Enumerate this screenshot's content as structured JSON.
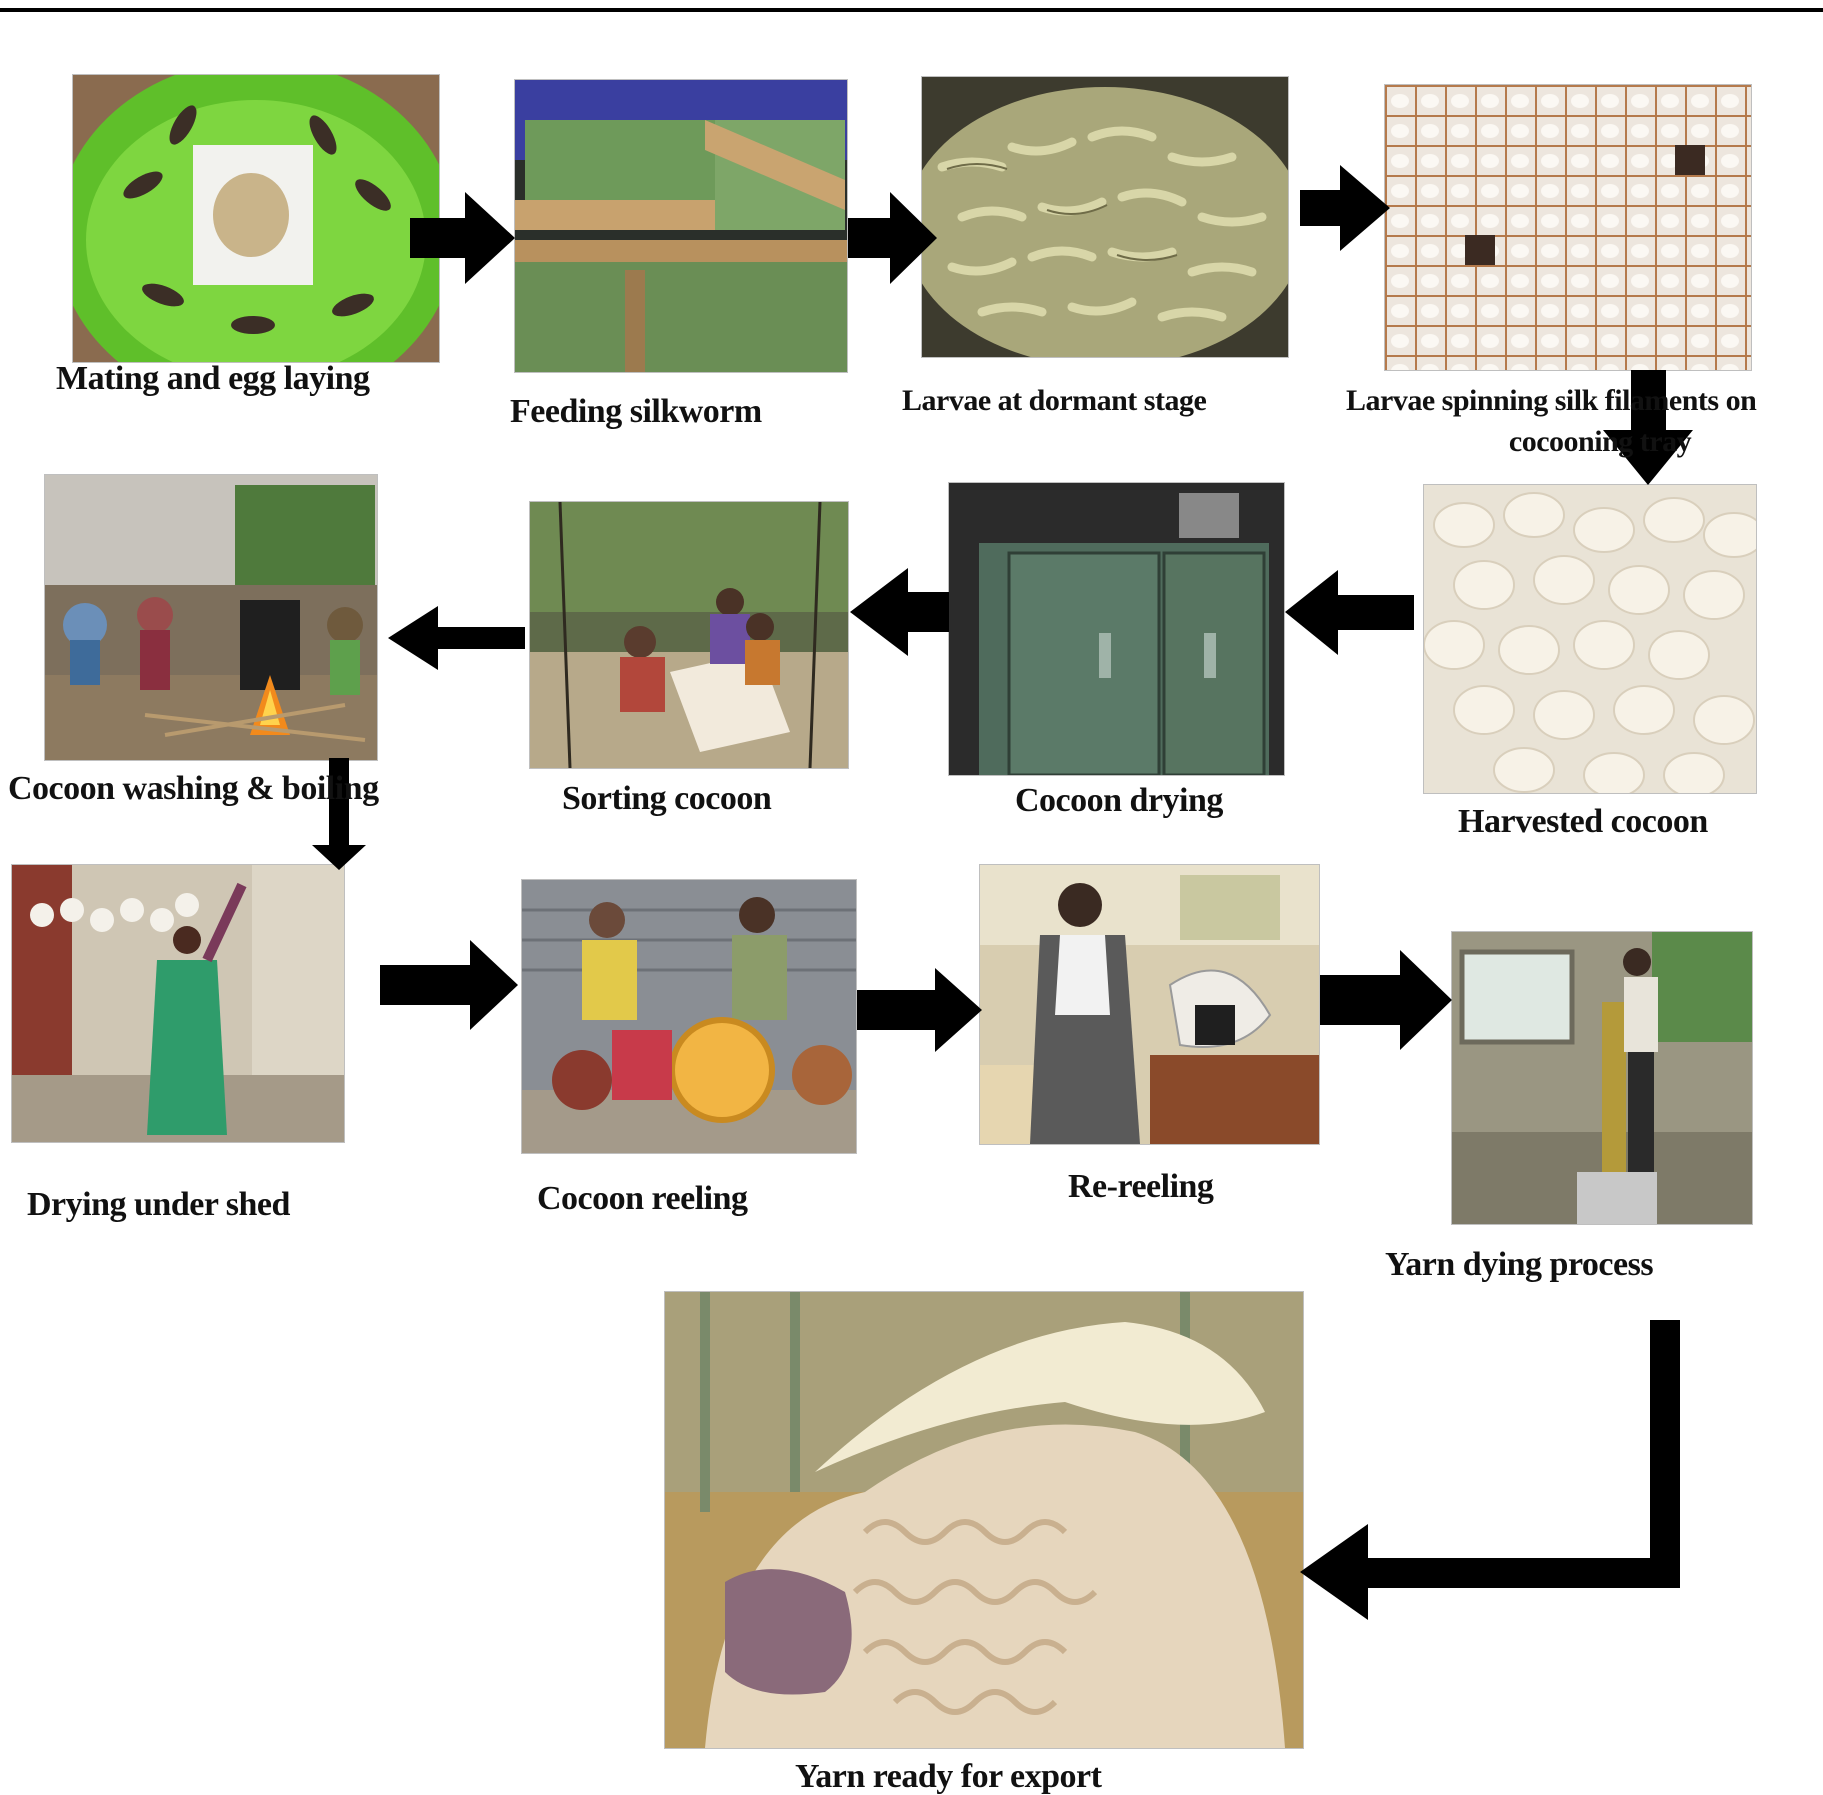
{
  "diagram": {
    "steps": [
      {
        "id": "s1",
        "label": "Mating and egg laying",
        "image": "moths-and-eggs-photo"
      },
      {
        "id": "s2",
        "label": "Feeding silkworm",
        "image": "rearing-trays-photo"
      },
      {
        "id": "s3",
        "label": "Larvae at dormant stage",
        "image": "larvae-photo"
      },
      {
        "id": "s4",
        "label": "Larvae spinning silk filaments on",
        "label_line2": "cocooning tray",
        "image": "cocooning-frame-photo"
      },
      {
        "id": "s5",
        "label": "Harvested cocoon",
        "image": "cocoons-photo"
      },
      {
        "id": "s6",
        "label": "Cocoon drying",
        "image": "drying-cabinet-photo"
      },
      {
        "id": "s7",
        "label": "Sorting cocoon",
        "image": "sorting-photo"
      },
      {
        "id": "s8",
        "label": "Cocoon washing & boiling",
        "image": "boiling-pot-photo"
      },
      {
        "id": "s9",
        "label": "Drying under shed",
        "image": "shed-drying-photo"
      },
      {
        "id": "s10",
        "label": "Cocoon reeling",
        "image": "reeling-wheels-photo"
      },
      {
        "id": "s11",
        "label": "Re-reeling",
        "image": "re-reeling-machine-photo"
      },
      {
        "id": "s12",
        "label": "Yarn dying process",
        "image": "yarn-dyeing-photo"
      },
      {
        "id": "s13",
        "label": "Yarn ready for export",
        "image": "yarn-pile-photo"
      }
    ],
    "flow": [
      "s1",
      "s2",
      "s3",
      "s4",
      "s5",
      "s6",
      "s7",
      "s8",
      "s9",
      "s10",
      "s11",
      "s12",
      "s13"
    ],
    "colors": {
      "arrow": "#000000",
      "background": "#ffffff",
      "text": "#111111"
    }
  }
}
